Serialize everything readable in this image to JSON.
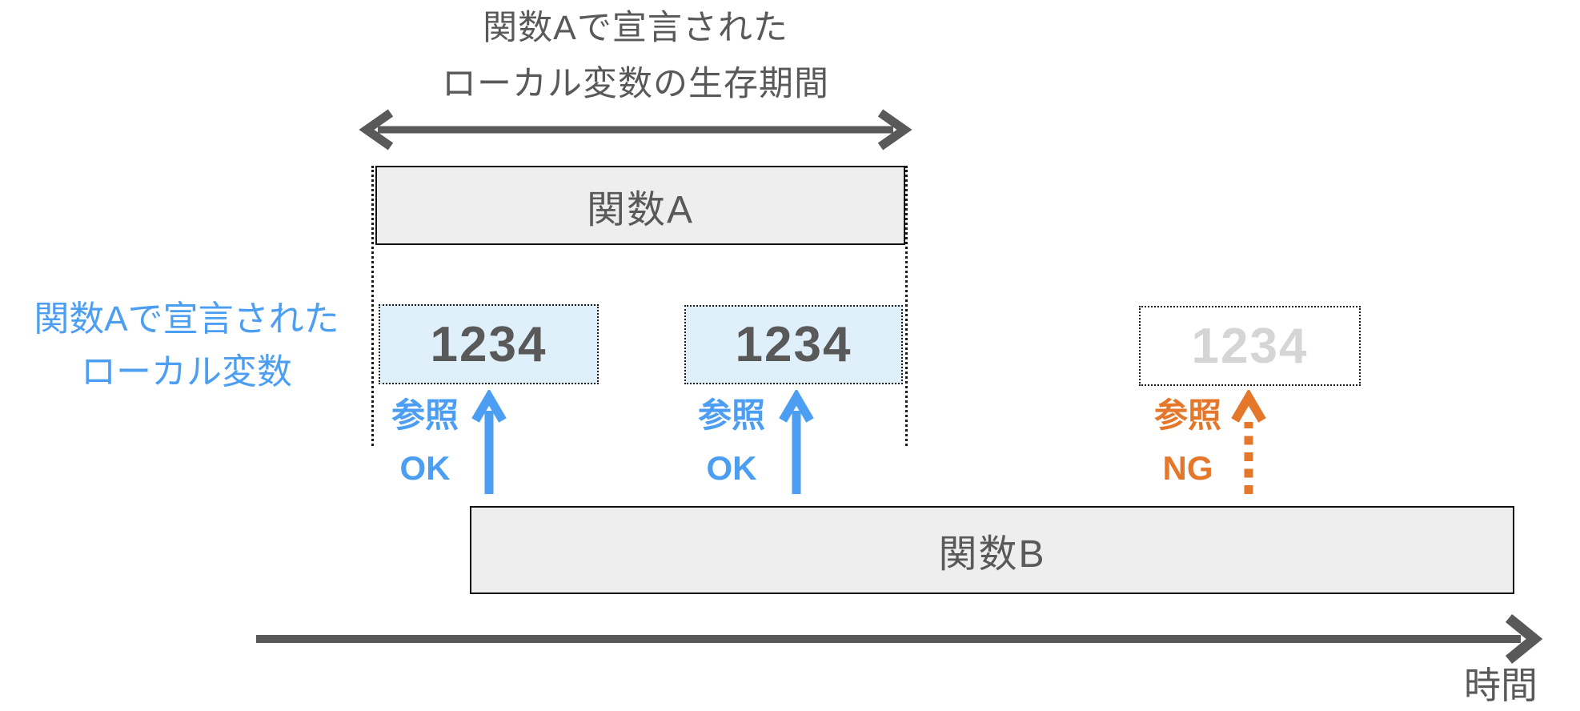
{
  "title": {
    "line1": "関数Aで宣言された",
    "line2": "ローカル変数の生存期間"
  },
  "left_label": {
    "line1": "関数Aで宣言された",
    "line2": "ローカル変数"
  },
  "function_a": {
    "label": "関数A"
  },
  "function_b": {
    "label": "関数B"
  },
  "variables": [
    {
      "value": "1234",
      "state": "alive"
    },
    {
      "value": "1234",
      "state": "alive"
    },
    {
      "value": "1234",
      "state": "expired"
    }
  ],
  "references": [
    {
      "label": "参照",
      "result": "OK",
      "status": "ok"
    },
    {
      "label": "参照",
      "result": "OK",
      "status": "ok"
    },
    {
      "label": "参照",
      "result": "NG",
      "status": "ng"
    }
  ],
  "timeline": {
    "label": "時間"
  },
  "icons": {
    "lifetime_span": "double-headed-horizontal-arrow",
    "reference_ok": "solid-up-arrow",
    "reference_ng": "dotted-up-arrow",
    "timeline": "right-arrow"
  },
  "colors": {
    "text_gray": "#595959",
    "arrow_gray": "#595959",
    "box_fill": "#EEEEEE",
    "box_border": "#111111",
    "blue": "#4B9EF2",
    "variable_fill": "#DFF0FB",
    "orange": "#E5772B",
    "expired_text": "#D5D5D5"
  }
}
